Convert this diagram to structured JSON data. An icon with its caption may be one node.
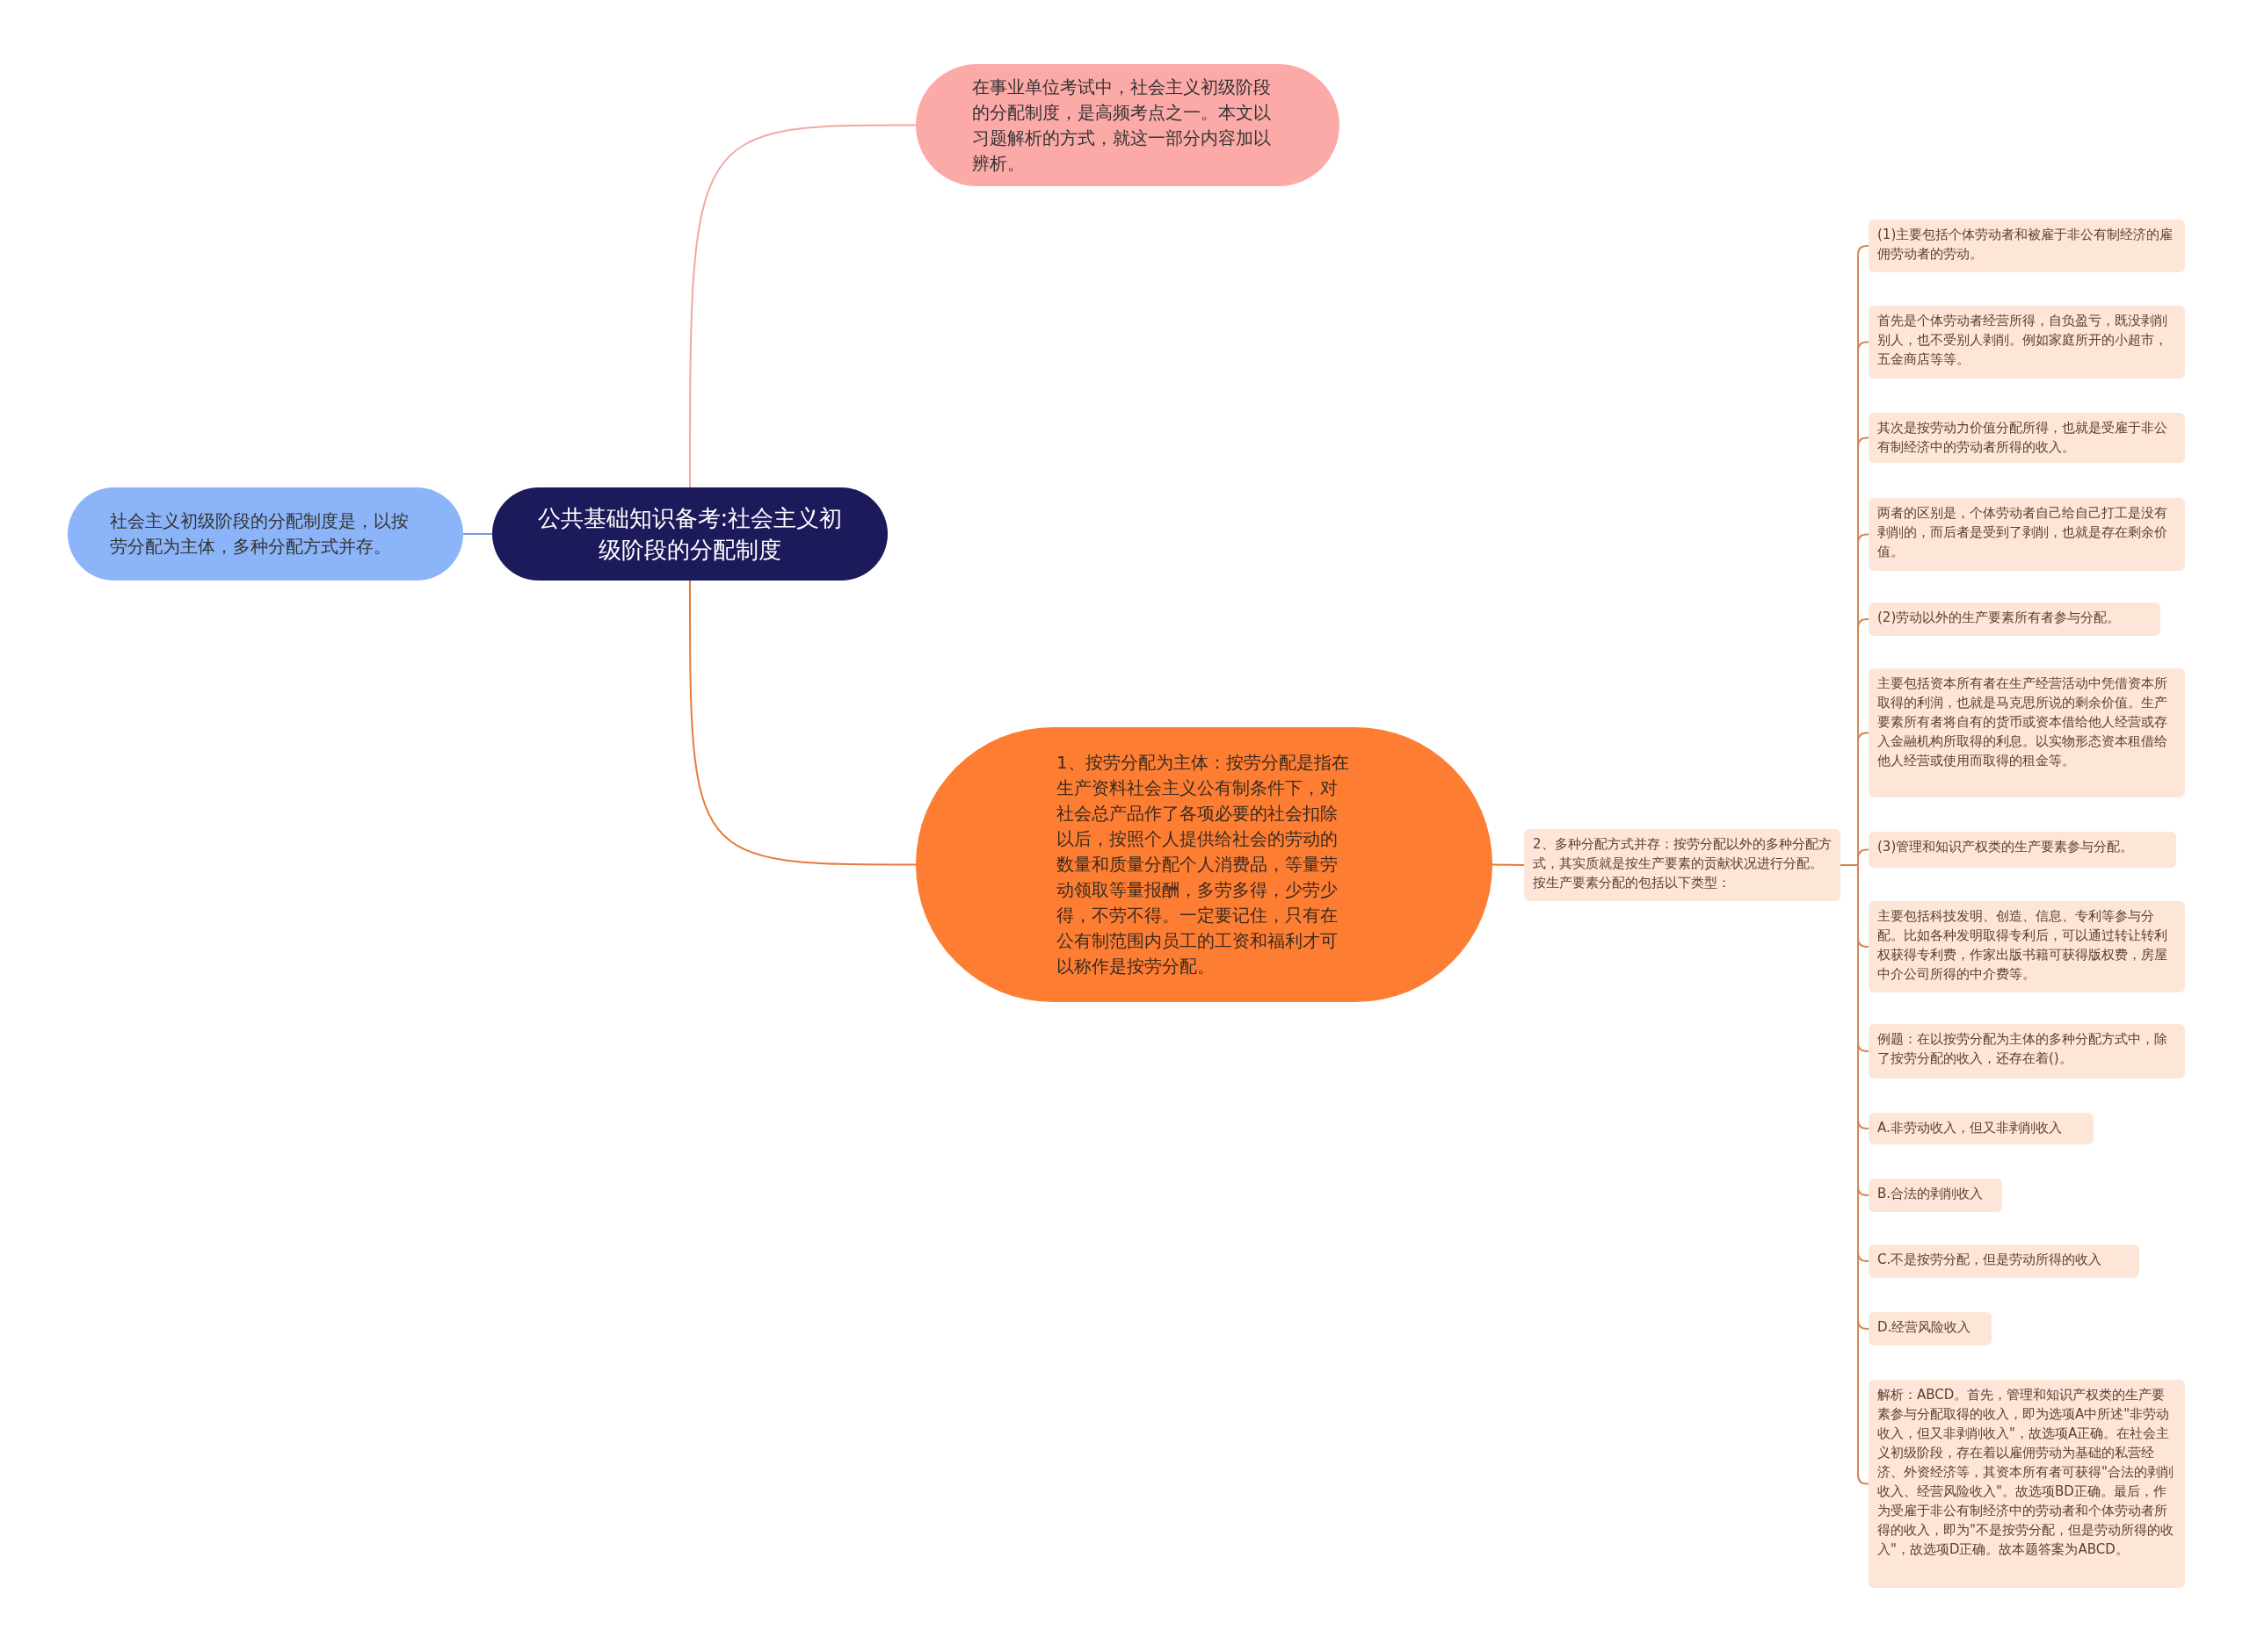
{
  "diagram": {
    "nodes": [
      {
        "text": [
          "公共基础知识备考:社会主义初级阶段的分配制度"
        ]
      },
      {
        "text": [
          "在事业单位考试中，社会主义初级阶段的分配制度，是高频考点之一。本文以习题解析的方式，就这一部分内容加以辨析。"
        ]
      },
      {
        "text": [
          "社会主义初级阶段的分配制度是，以按劳分配为主体，多种分配方式并存。"
        ]
      },
      {
        "text": [
          "1、按劳分配为主体：按劳分配是指在生产资料社会主义公有制条件下，对社会总产品作了各项必要的社会扣除以后，按照个人提供给社会的劳动的数量和质量分配个人消费品，等量劳动领取等量报酬，多劳多得，少劳少得，不劳不得。一定要记住，只有在公有制范围内员工的工资和福利才可以称作是按劳分配。"
        ]
      },
      {
        "text": [
          "2、多种分配方式并存：按劳分配以外的多种分配方式，其实质就是按生产要素的贡献状况进行分配。按生产要素分配的包括以下类型："
        ]
      },
      {
        "text": [
          "(1)主要包括个体劳动者和被雇于非公有制经济的雇佣劳动者的劳动。"
        ]
      },
      {
        "text": [
          "首先是个体劳动者经营所得，自负盈亏，既没剥削别人，也不受别人剥削。例如家庭所开的小超市，五金商店等等。"
        ]
      },
      {
        "text": [
          "其次是按劳动力价值分配所得，也就是受雇于非公有制经济中的劳动者所得的收入。"
        ]
      },
      {
        "text": [
          "两者的区别是，个体劳动者自己给自己打工是没有剥削的，而后者是受到了剥削，也就是存在剩余价值。"
        ]
      },
      {
        "text": [
          "(2)劳动以外的生产要素所有者参与分配。"
        ]
      },
      {
        "text": [
          "主要包括资本所有者在生产经营活动中凭借资本所取得的利润，也就是马克思所说的剩余价值。生产要素所有者将自有的货币或资本借给他人经营或存入金融机构所取得的利息。以实物形态资本租借给他人经营或使用而取得的租金等。"
        ]
      },
      {
        "text": [
          "(3)管理和知识产权类的生产要素参与分配。"
        ]
      },
      {
        "text": [
          "主要包括科技发明、创造、信息、专利等参与分配。比如各种发明取得专利后，可以通过转让转利权获得专利费，作家出版书籍可获得版权费，房屋中介公司所得的中介费等。"
        ]
      },
      {
        "text": [
          "例题：在以按劳分配为主体的多种分配方式中，除了按劳分配的收入，还存在着()。"
        ]
      },
      {
        "text": [
          "A.非劳动收入，但又非剥削收入"
        ]
      },
      {
        "text": [
          "B.合法的剥削收入"
        ]
      },
      {
        "text": [
          "C.不是按劳分配，但是劳动所得的收入"
        ]
      },
      {
        "text": [
          "D.经营风险收入"
        ]
      },
      {
        "text": [
          "解析：ABCD。首先，管理和知识产权类的生产要素参与分配取得的收入，即为选项A中所述\"非劳动收入，但又非剥削收入\"，故选项A正确。在社会主义初级阶段，存在着以雇佣劳动为基础的私营经济、外资经济等，其资本所有者可获得\"合法的剥削收入、经营风险收入\"。故选项BD正确。最后，作为受雇于非公有制经济中的劳动者和个体劳动者所得的收入，即为\"不是按劳分配，但是劳动所得的收入\"，故选项D正确。故本题答案为ABCD。"
        ]
      }
    ],
    "edges": [
      {
        "from": 0,
        "to": 1,
        "arrow": "none",
        "color": "#f0a9a3"
      },
      {
        "from": 0,
        "to": 2,
        "arrow": "none",
        "color": "#6f9fe8"
      },
      {
        "from": 0,
        "to": 3,
        "arrow": "none",
        "color": "#e8793a"
      },
      {
        "from": 3,
        "to": 4,
        "arrow": "none",
        "color": "#e8793a"
      },
      {
        "from": 4,
        "to": 5,
        "arrow": "none"
      },
      {
        "from": 4,
        "to": 6,
        "arrow": "none"
      },
      {
        "from": 4,
        "to": 7,
        "arrow": "none"
      },
      {
        "from": 4,
        "to": 8,
        "arrow": "none"
      },
      {
        "from": 4,
        "to": 9,
        "arrow": "none"
      },
      {
        "from": 4,
        "to": 10,
        "arrow": "none"
      },
      {
        "from": 4,
        "to": 11,
        "arrow": "none"
      },
      {
        "from": 4,
        "to": 12,
        "arrow": "none"
      },
      {
        "from": 4,
        "to": 13,
        "arrow": "none"
      },
      {
        "from": 4,
        "to": 14,
        "arrow": "none"
      },
      {
        "from": 4,
        "to": 15,
        "arrow": "none"
      },
      {
        "from": 4,
        "to": 16,
        "arrow": "none"
      },
      {
        "from": 4,
        "to": 17,
        "arrow": "none"
      },
      {
        "from": 4,
        "to": 18,
        "arrow": "none"
      }
    ]
  }
}
